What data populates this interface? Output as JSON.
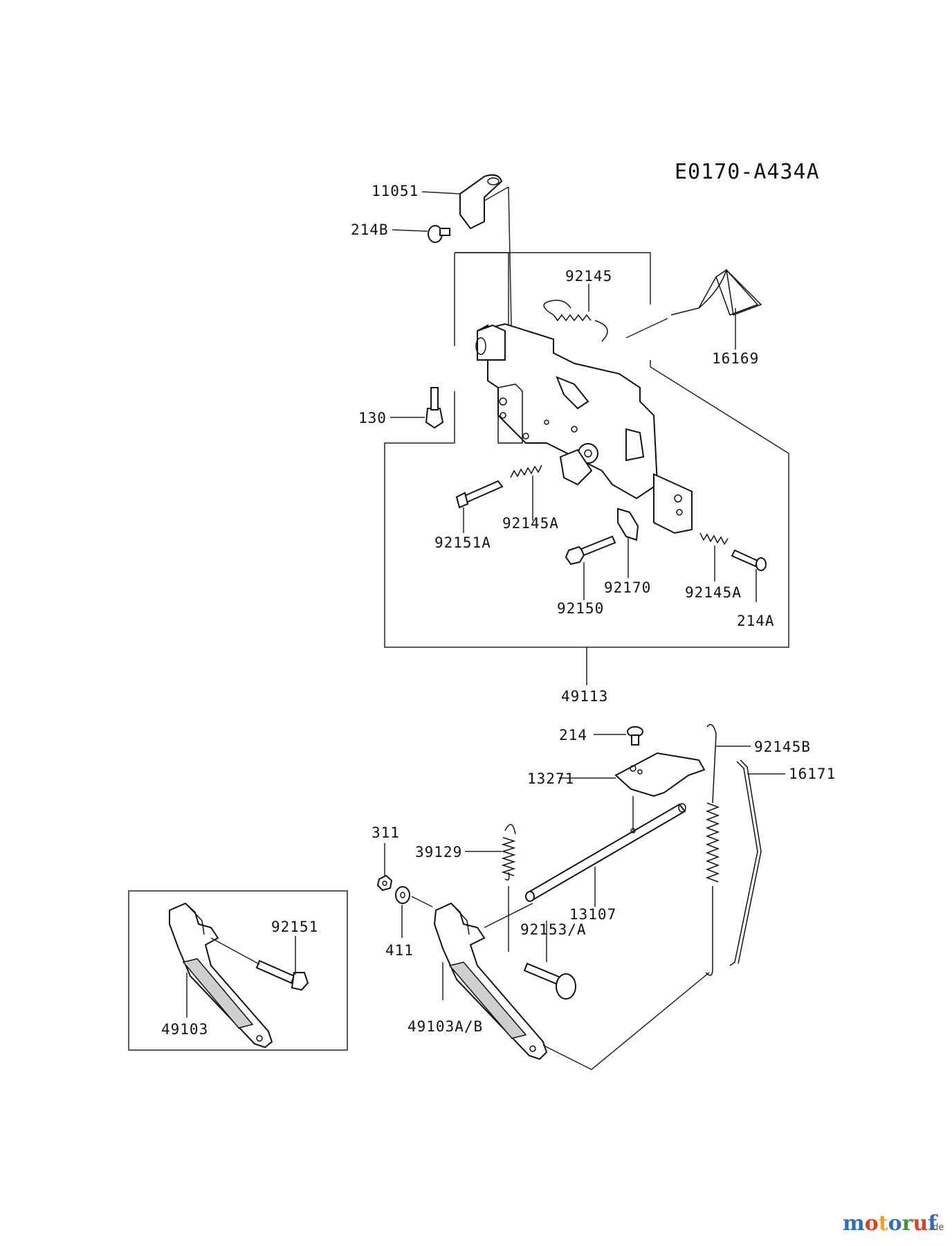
{
  "diagram_code": "E0170-A434A",
  "labels": {
    "p11051": "11051",
    "p214B": "214B",
    "p92145": "92145",
    "p16169": "16169",
    "p130": "130",
    "p92145A_1": "92145A",
    "p92151A": "92151A",
    "p92170": "92170",
    "p92150": "92150",
    "p92145A_2": "92145A",
    "p214A": "214A",
    "p49113": "49113",
    "p214": "214",
    "p92145B": "92145B",
    "p13271": "13271",
    "p16171": "16171",
    "p311": "311",
    "p39129": "39129",
    "p13107": "13107",
    "p411": "411",
    "p92153A": "92153/A",
    "p92151": "92151",
    "p49103": "49103",
    "p49103AB": "49103A/B"
  },
  "watermark": {
    "name": "motoruf",
    "domain": ".de",
    "colors": [
      "#2f6fb5",
      "#e2401c",
      "#f3a31b",
      "#2f6fb5",
      "#3a9a3a",
      "#e2401c",
      "#2f6fb5"
    ]
  }
}
